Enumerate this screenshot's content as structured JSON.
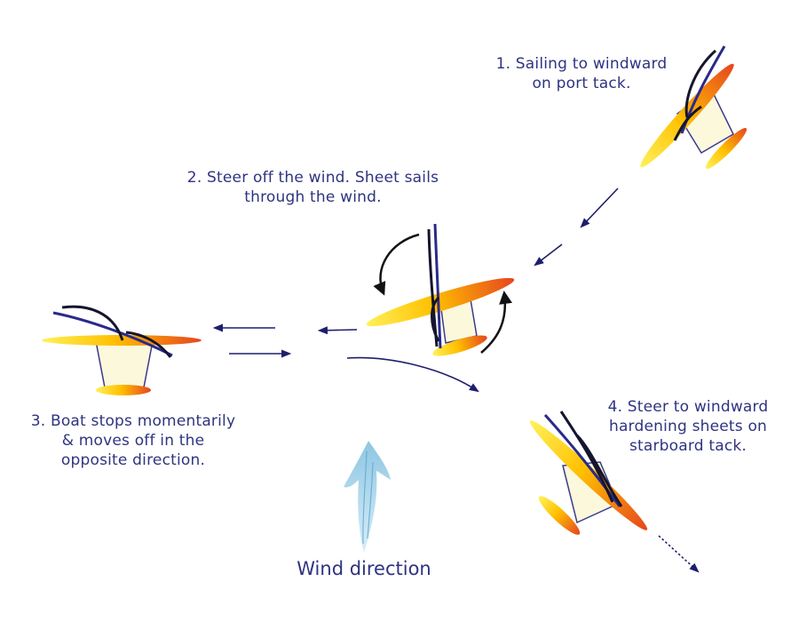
{
  "labels": {
    "step1": [
      "1. Sailing to windward",
      "on port tack."
    ],
    "step2": [
      "2. Steer off the wind. Sheet sails",
      "through the wind."
    ],
    "step3": [
      "3. Boat stops momentarily",
      "& moves off in the",
      "opposite direction."
    ],
    "step4": [
      "4. Steer to windward",
      "hardening sheets on",
      "starboard tack."
    ],
    "wind": "Wind direction"
  },
  "colors": {
    "text": "#2e3480",
    "arrow": "#1e1e6e",
    "hull_start": "#ffe000",
    "hull_end": "#e8501e",
    "deck": "#fbf8dc",
    "sail_dark": "#15152e",
    "sail_blue": "#2a2a8a",
    "wind_arrow": "#a8d4ea"
  }
}
